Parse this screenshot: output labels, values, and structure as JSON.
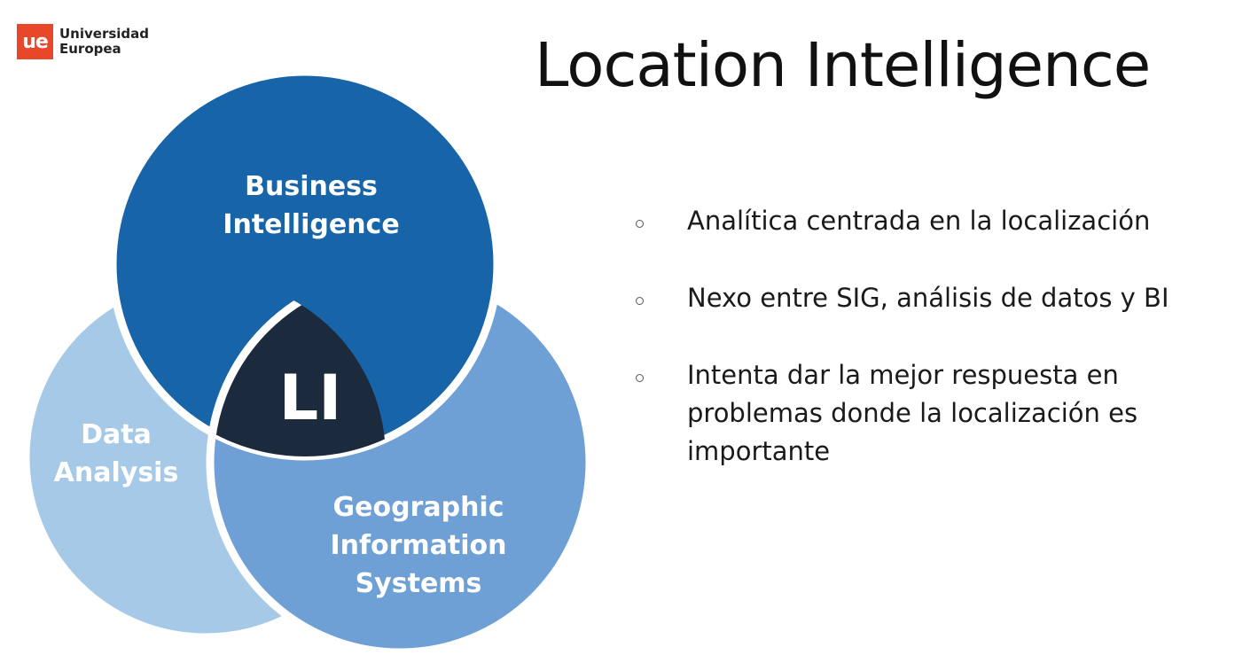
{
  "logo": {
    "mark": "ue",
    "line1": "Universidad",
    "line2": "Europea"
  },
  "title": "Location Intelligence",
  "venn": {
    "business": [
      "Business",
      "Intelligence"
    ],
    "data": [
      "Data",
      "Analysis"
    ],
    "geo": [
      "Geographic",
      "Information",
      "Systems"
    ],
    "center": "LI",
    "colors": {
      "business": "#1764a8",
      "data": "#a7c9e8",
      "geo": "#6fa0d5",
      "center": "#1b2a3d"
    }
  },
  "bullets": [
    "Analítica centrada en la localización",
    "Nexo entre SIG, análisis de datos y BI",
    "Intenta dar la mejor respuesta en problemas donde la localización es importante"
  ]
}
